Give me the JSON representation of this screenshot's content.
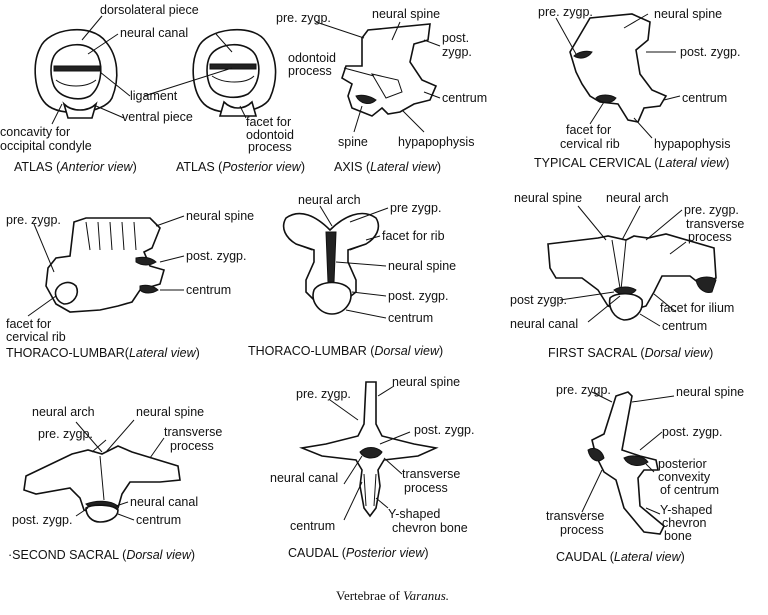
{
  "figure_title": {
    "main": "Vertebrae of",
    "genus": "Varanus."
  },
  "panels": {
    "atlas_anterior": {
      "name": "ATLAS",
      "view": "Anterior view"
    },
    "atlas_posterior": {
      "name": "ATLAS",
      "view": "Posterior view"
    },
    "axis": {
      "name": "AXIS",
      "view": "Lateral view"
    },
    "typical_cervical": {
      "name": "TYPICAL CERVICAL",
      "view": "Lateral view"
    },
    "thoraco_lumbar_lateral": {
      "name": "THORACO-LUMBAR",
      "view": "Lateral view"
    },
    "thoraco_lumbar_dorsal": {
      "name": "THORACO-LUMBAR",
      "view": "Dorsal view"
    },
    "first_sacral": {
      "name": "FIRST SACRAL",
      "view": "Dorsal view"
    },
    "second_sacral": {
      "name": "·SECOND SACRAL",
      "view": "Dorsal view"
    },
    "caudal_posterior": {
      "name": "CAUDAL",
      "view": "Posterior view"
    },
    "caudal_lateral": {
      "name": "CAUDAL",
      "view": "Lateral view"
    }
  },
  "labels": {
    "dorsolateral_piece": "dorsolateral piece",
    "neural_canal": "neural canal",
    "ligament": "ligament",
    "ventral_piece": "ventral piece",
    "concavity_1": "concavity for",
    "concavity_2": "occipital condyle",
    "facet_odontoid_1": "facet for",
    "facet_odontoid_2": "odontoid",
    "facet_odontoid_3": "process",
    "pre_zygp": "pre. zygp.",
    "neural_spine": "neural spine",
    "post_zygp_1": "post.",
    "post_zygp_2": "zygp.",
    "odontoid_1": "odontoid",
    "odontoid_2": "process",
    "centrum": "centrum",
    "spine": "spine",
    "hypapophysis": "hypapophysis",
    "post_zygp": "post. zygp.",
    "facet_cervical_rib_1": "facet for",
    "facet_cervical_rib_2": "cervical rib",
    "neural_arch": "neural arch",
    "pre_zygp_spaced": "pre  zygp.",
    "facet_for_rib": "facet for rib",
    "transverse_1": "transverse",
    "transverse_2": "process",
    "post_zygp_plain": "post zygp.",
    "facet_for_ilium": "facet for ilium",
    "y_shaped_1": "Y-shaped",
    "y_shaped_2": "chevron bone",
    "chevron_2": "chevron",
    "bone": "bone",
    "posterior_convexity_1": "posterior",
    "posterior_convexity_2": "convexity",
    "posterior_convexity_3": "of centrum"
  }
}
